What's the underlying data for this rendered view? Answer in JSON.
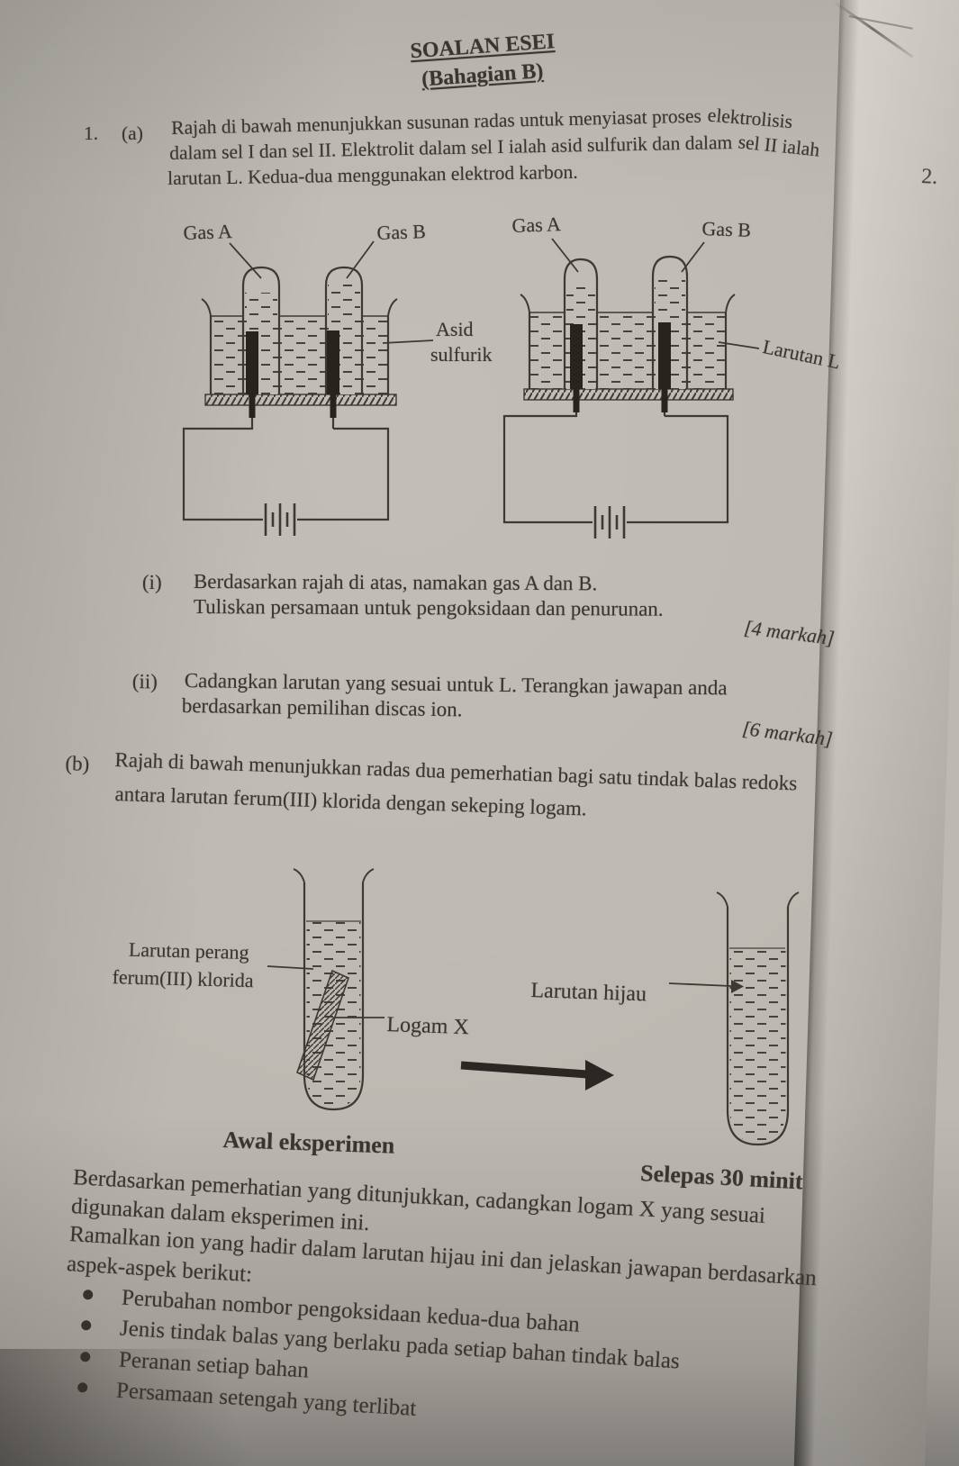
{
  "adjacent_page": {
    "number": "2."
  },
  "header": {
    "title": "SOALAN ESEI",
    "subtitle": "(Bahagian B)"
  },
  "q1": {
    "number": "1.",
    "a": {
      "label": "(a)",
      "line1": "Rajah di bawah menunjukkan susunan radas untuk menyiasat proses",
      "line1_tail": "elektrolisis",
      "line2": "dalam sel I dan sel II. Elektrolit dalam sel I ialah asid sulfurik dan dalam",
      "line2_tail": "sel II ialah",
      "line3": "larutan L. Kedua-dua menggunakan elektrod karbon."
    },
    "i": {
      "label": "(i)",
      "line1": "Berdasarkan rajah di atas, namakan gas A dan B.",
      "line2": "Tuliskan persamaan untuk pengoksidaan dan penurunan.",
      "marks": "[4 markah]"
    },
    "ii": {
      "label": "(ii)",
      "line1": "Cadangkan larutan yang sesuai untuk L. Terangkan jawapan anda",
      "line2": "berdasarkan pemilihan discas ion.",
      "marks": "[6 markah]"
    },
    "b": {
      "label": "(b)",
      "line1": "Rajah di bawah menunjukkan radas dua pemerhatian bagi satu tindak balas redoks",
      "line2": "antara larutan ferum(III) klorida dengan sekeping logam."
    }
  },
  "cell1": {
    "gas_a": "Gas A",
    "gas_b": "Gas B",
    "electrolyte_line1": "Asid",
    "electrolyte_line2": "sulfurik"
  },
  "cell2": {
    "gas_a": "Gas A",
    "gas_b": "Gas B",
    "solution": "Larutan L"
  },
  "experiment": {
    "brown_label_line1": "Larutan perang",
    "brown_label_line2": "ferum(III) klorida",
    "metal_label": "Logam X",
    "green_label": "Larutan hijau",
    "caption_start": "Awal eksperimen",
    "caption_end": "Selepas 30 minit"
  },
  "tasks": {
    "para1_line1": "Berdasarkan pemerhatian yang ditunjukkan, cadangkan logam X yang sesuai",
    "para1_line2": "digunakan dalam eksperimen ini.",
    "para2_line1": "Ramalkan ion yang hadir dalam larutan hijau ini dan jelaskan jawapan berdasarkan",
    "para2_line2": "aspek-aspek berikut:",
    "bullets": [
      "Perubahan nombor pengoksidaan kedua-dua bahan",
      "Jenis tindak balas yang berlaku pada setiap bahan tindak balas",
      "Peranan setiap bahan",
      "Persamaan setengah yang terlibat"
    ]
  },
  "colors": {
    "paper": "#bdb9b2",
    "ink": "#3a362f",
    "diagram_line": "#3d3933"
  }
}
